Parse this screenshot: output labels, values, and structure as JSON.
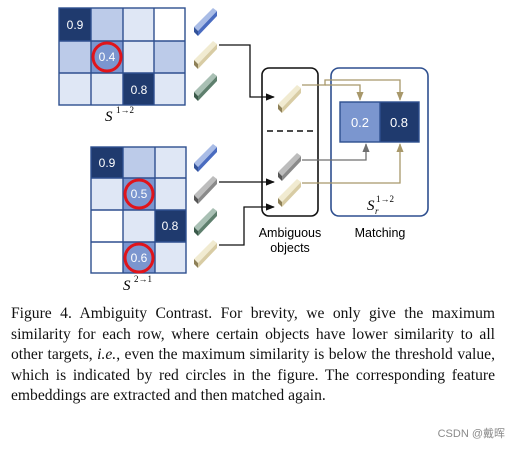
{
  "figure": {
    "matrix_top": {
      "label": "S",
      "superscript": "1→2",
      "values": [
        "0.9",
        "0.4",
        "0.8"
      ]
    },
    "matrix_bottom": {
      "label": "S",
      "superscript": "2→1",
      "values": [
        "0.9",
        "0.5",
        "0.8",
        "0.6"
      ]
    },
    "ambiguous_objects_label_line1": "Ambiguous",
    "ambiguous_objects_label_line2": "objects",
    "matching_label": "Matching",
    "result_matrix": {
      "values": [
        "0.2",
        "0.8"
      ],
      "label": "S",
      "subscript": "r",
      "superscript": "1→2"
    }
  },
  "caption": {
    "figure_label": "Figure 4.",
    "text_before_italic": "Ambiguity Contrast. For brevity, we only give the maximum similarity for each row, where certain objects have lower similarity to all other targets, ",
    "italic": "i.e.",
    "text_after_italic": ", even the maximum similarity is below the threshold value, which is indicated by red circles in the figure.  The corresponding feature embeddings are extracted and then matched again."
  },
  "watermark": "CSDN @戴晖",
  "colors": {
    "dark_blue": "#1f3a6e",
    "mid_blue": "#7b96cf",
    "light_blue": "#bccbe9",
    "pale_blue": "#dfe7f5",
    "red_circle": "#e0141b",
    "frame_blue": "#2e4f8f",
    "arrow_tan": "#a8986a"
  }
}
